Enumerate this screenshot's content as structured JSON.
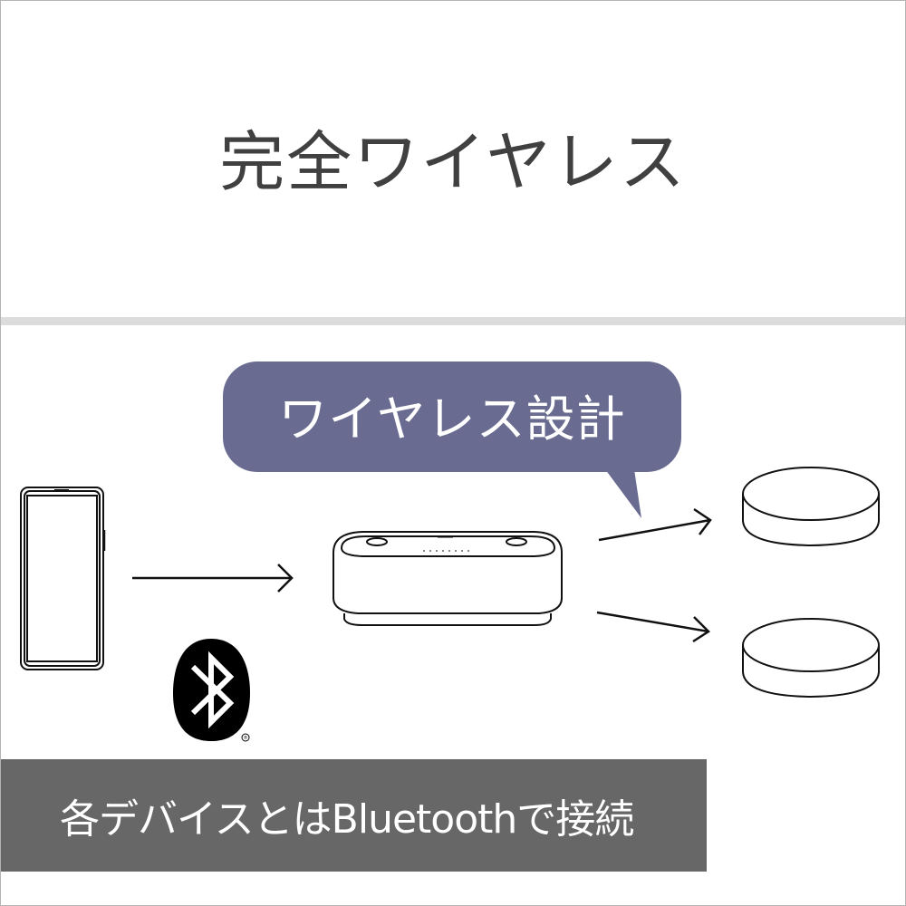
{
  "header": {
    "title": "完全ワイヤレス"
  },
  "callout": {
    "label": "ワイヤレス設計",
    "color": "#696c90"
  },
  "diagram": {
    "source_device": "smartphone",
    "hub_device": "speaker-transmitter",
    "targets": [
      "speaker-1",
      "speaker-2"
    ],
    "connection_logo": "Bluetooth",
    "registered_mark": "®"
  },
  "footer": {
    "caption": "各デバイスとはBluetoothで接続",
    "background": "#676767"
  }
}
